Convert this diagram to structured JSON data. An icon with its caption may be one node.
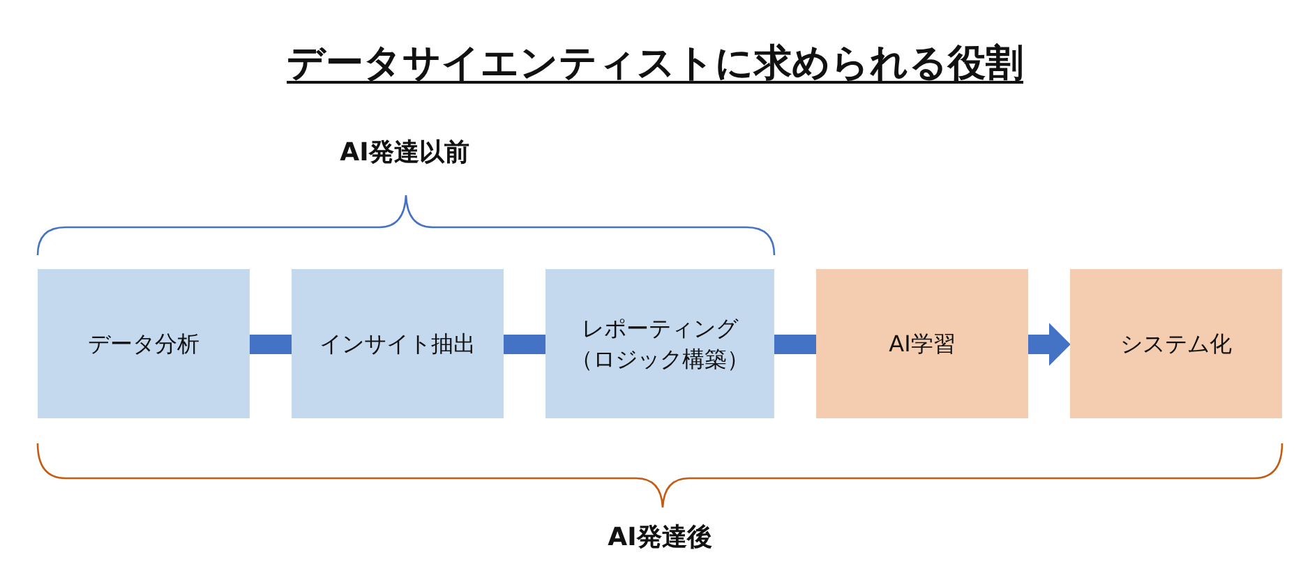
{
  "diagram": {
    "title": "データサイエンティストに求められる役割",
    "nodes": [
      {
        "text": [
          "データ分析"
        ]
      },
      {
        "text": [
          "インサイト抽出"
        ]
      },
      {
        "text": [
          "レポーティング（ロジック構築）"
        ]
      },
      {
        "text": [
          "AI学習"
        ]
      },
      {
        "text": [
          "システム化"
        ]
      }
    ],
    "edges": [
      {
        "from": 0,
        "to": 1,
        "arrow": "none"
      },
      {
        "from": 1,
        "to": 2,
        "arrow": "none"
      },
      {
        "from": 2,
        "to": 3,
        "arrow": "none"
      },
      {
        "from": 3,
        "to": 4,
        "arrow": "to"
      }
    ],
    "labels": [
      "AI発達以前",
      "AI発達後"
    ]
  }
}
